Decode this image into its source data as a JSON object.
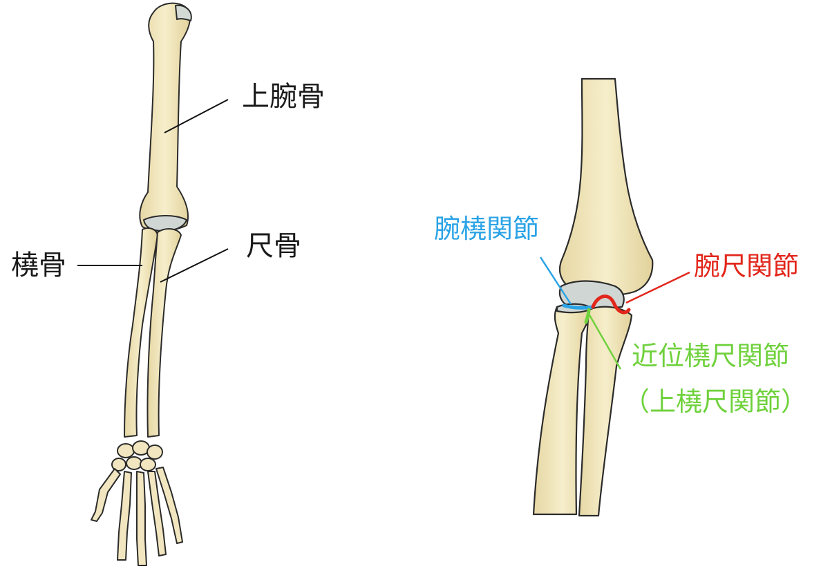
{
  "arm_labels": {
    "humerus": "上腕骨",
    "ulna": "尺骨",
    "radius": "橈骨"
  },
  "elbow_labels": {
    "humeroradial": "腕橈関節",
    "humeroulnar": "腕尺関節",
    "proximal_radioulnar": "近位橈尺関節",
    "proximal_radioulnar_alt": "（上橈尺関節）"
  },
  "colors": {
    "bone_fill": "#f1e6bf",
    "bone_outline": "#2b2b2b",
    "cartilage": "#cfd6d3",
    "humeroradial": "#2aa3e6",
    "humeroulnar": "#e2261b",
    "proximal_radioulnar": "#6fd13c",
    "leader_line": "#111111"
  }
}
